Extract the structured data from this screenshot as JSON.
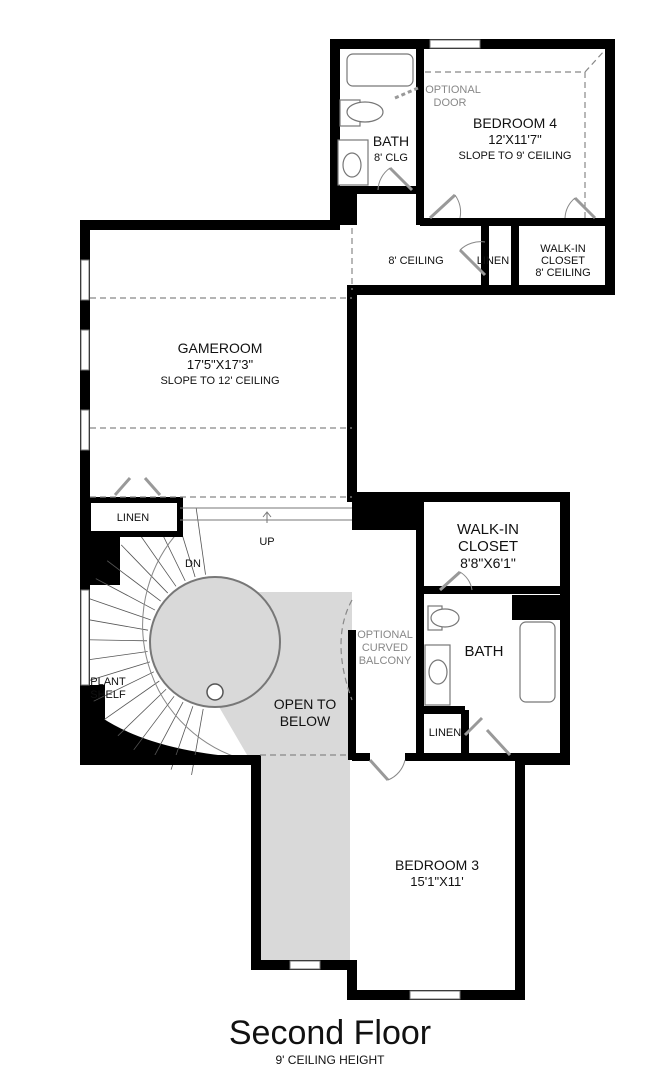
{
  "title": "Second Floor",
  "subtitle": "9' CEILING HEIGHT",
  "rooms": {
    "bedroom4": {
      "name": "BEDROOM 4",
      "size": "12'X11'7\"",
      "note": "SLOPE TO 9' CEILING"
    },
    "bath_upper": {
      "name": "BATH",
      "note": "8' CLG"
    },
    "optional_door": [
      "OPTIONAL",
      "DOOR"
    ],
    "hall_ceiling": "8' CEILING",
    "linen_upper": "LINEN",
    "walkin_upper": [
      "WALK-IN",
      "CLOSET",
      "8' CEILING"
    ],
    "gameroom": {
      "name": "GAMEROOM",
      "size": "17'5\"X17'3\"",
      "note": "SLOPE TO 12' CEILING"
    },
    "linen_left": "LINEN",
    "up": "UP",
    "dn": "DN",
    "walkin_right": [
      "WALK-IN",
      "CLOSET",
      "8'8\"X6'1\""
    ],
    "bath_right": "BATH",
    "linen_right": "LINEN",
    "optional_balcony": [
      "OPTIONAL",
      "CURVED",
      "BALCONY"
    ],
    "plant_shelf": [
      "PLANT",
      "SHELF"
    ],
    "open_to_below": [
      "OPEN TO",
      "BELOW"
    ],
    "bedroom3": {
      "name": "BEDROOM 3",
      "size": "15'1\"X11'"
    }
  },
  "colors": {
    "wall": "#000000",
    "open_area": "#d9d9d9",
    "optional": "#888888"
  }
}
